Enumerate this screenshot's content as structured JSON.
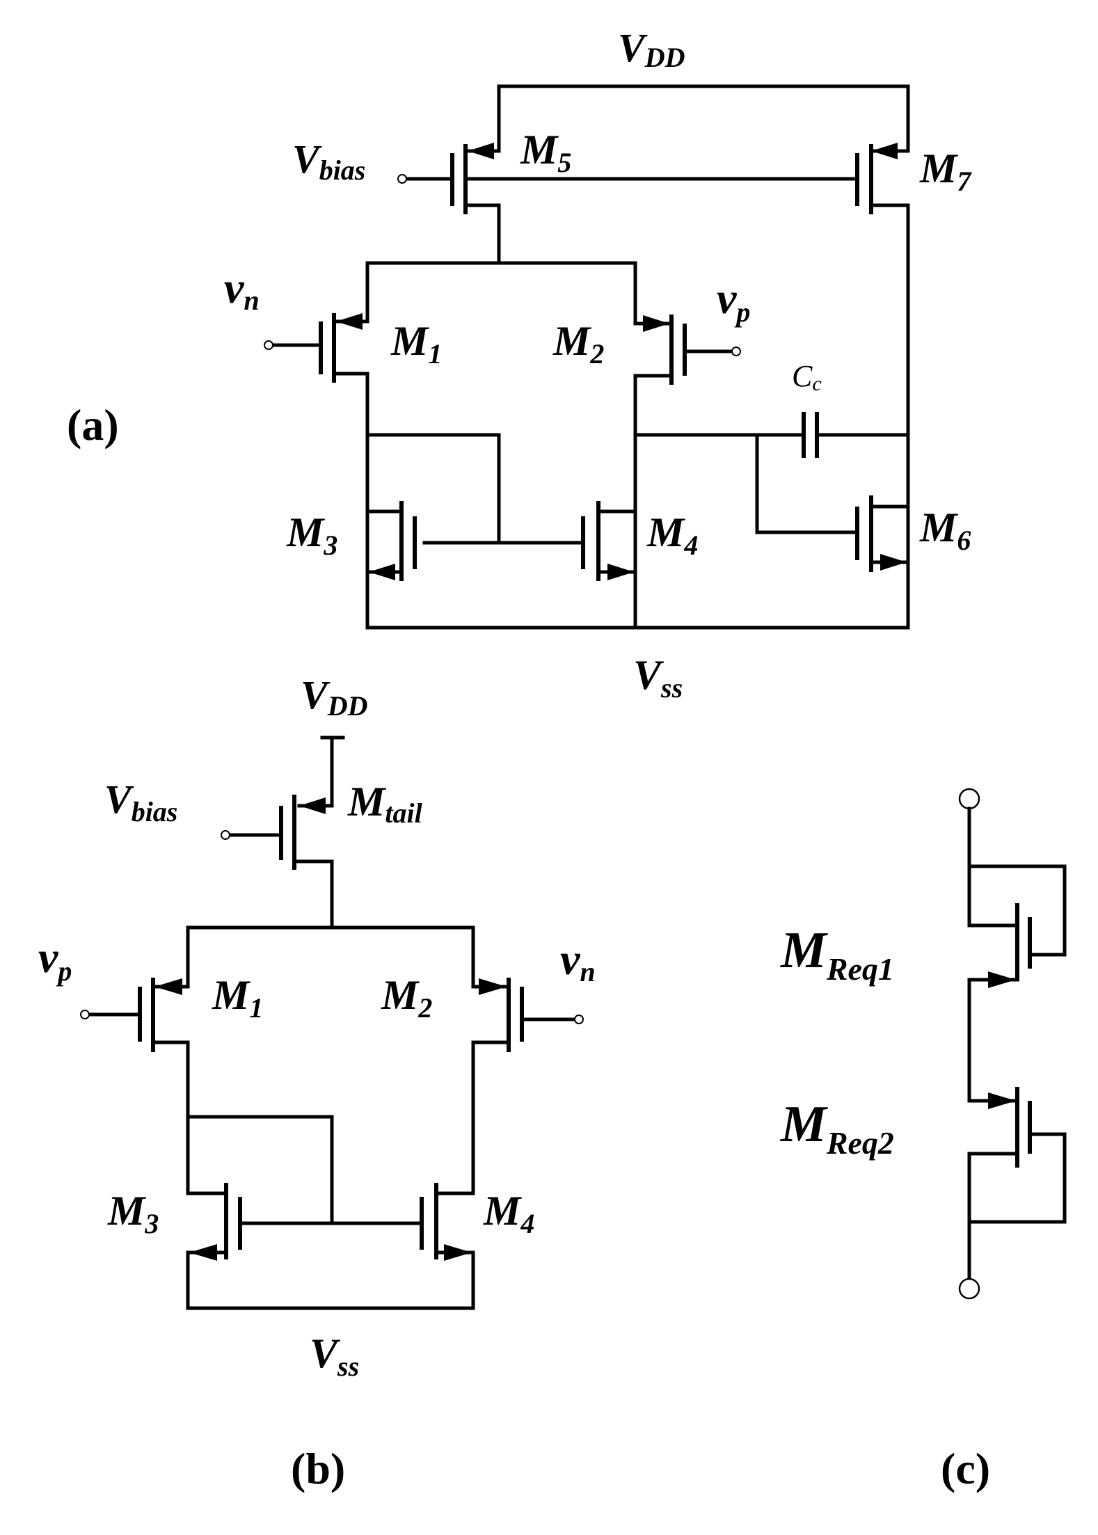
{
  "panels": {
    "a": {
      "caption": "(a)",
      "vdd": {
        "main": "V",
        "sub": "DD"
      },
      "vss": {
        "main": "V",
        "sub": "ss"
      },
      "vbias": {
        "main": "V",
        "sub": "bias"
      },
      "vn": {
        "main": "v",
        "sub": "n"
      },
      "vp": {
        "main": "v",
        "sub": "p"
      },
      "cc": {
        "main": "C",
        "sub": "c"
      },
      "m1": {
        "main": "M",
        "sub": "1"
      },
      "m2": {
        "main": "M",
        "sub": "2"
      },
      "m3": {
        "main": "M",
        "sub": "3"
      },
      "m4": {
        "main": "M",
        "sub": "4"
      },
      "m5": {
        "main": "M",
        "sub": "5"
      },
      "m6": {
        "main": "M",
        "sub": "6"
      },
      "m7": {
        "main": "M",
        "sub": "7"
      }
    },
    "b": {
      "caption": "(b)",
      "vdd": {
        "main": "V",
        "sub": "DD"
      },
      "vss": {
        "main": "V",
        "sub": "ss"
      },
      "vbias": {
        "main": "V",
        "sub": "bias"
      },
      "vp": {
        "main": "v",
        "sub": "p"
      },
      "vn": {
        "main": "v",
        "sub": "n"
      },
      "mtail": {
        "main": "M",
        "sub": "tail"
      },
      "m1": {
        "main": "M",
        "sub": "1"
      },
      "m2": {
        "main": "M",
        "sub": "2"
      },
      "m3": {
        "main": "M",
        "sub": "3"
      },
      "m4": {
        "main": "M",
        "sub": "4"
      }
    },
    "c": {
      "caption": "(c)",
      "mreq1": {
        "main": "M",
        "sub": "Req1"
      },
      "mreq2": {
        "main": "M",
        "sub": "Req2"
      }
    }
  }
}
